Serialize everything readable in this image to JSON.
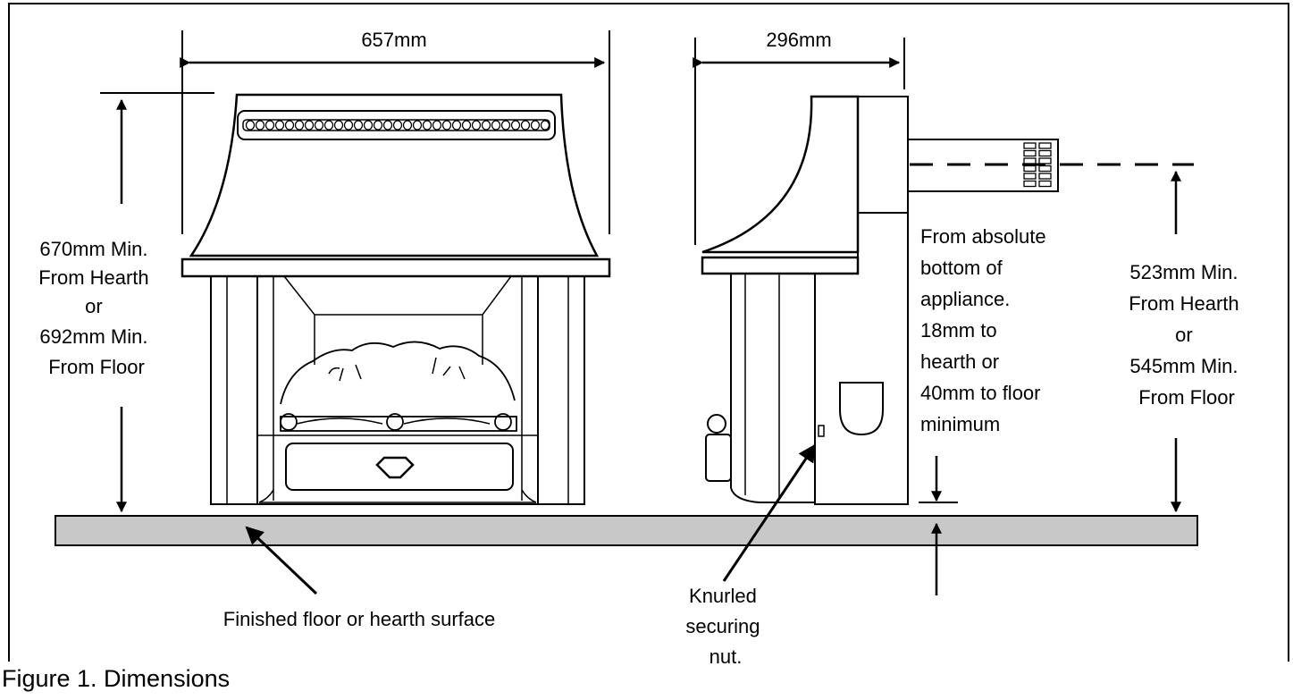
{
  "figure": {
    "caption": "Figure 1. Dimensions"
  },
  "dimensions": {
    "front_width": "657mm",
    "side_depth": "296mm"
  },
  "labels": {
    "front_height": [
      "670mm Min.",
      "From Hearth",
      "or",
      "692mm Min.",
      "From Floor"
    ],
    "flue_height": [
      "523mm Min.",
      "From Hearth",
      "or",
      "545mm Min.",
      "From Floor"
    ],
    "bottom_clearance": [
      "From absolute",
      "bottom of",
      "appliance.",
      "18mm to",
      "hearth or",
      "40mm to floor",
      "minimum"
    ],
    "knurled_nut": [
      "Knurled",
      "securing",
      "nut."
    ],
    "floor_surface": "Finished floor or hearth surface"
  },
  "colors": {
    "hearth_fill": "#c8c8c8",
    "line": "#000000",
    "background": "#ffffff"
  }
}
